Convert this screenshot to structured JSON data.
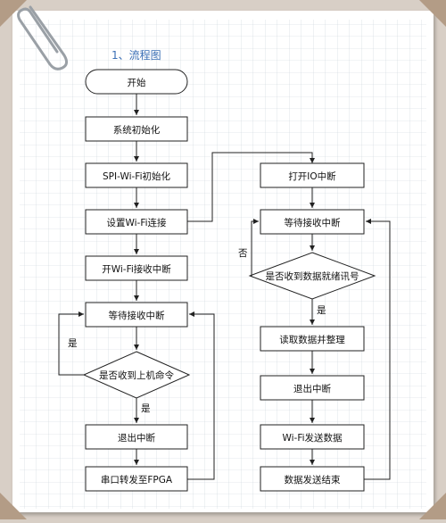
{
  "title": "1、流程图",
  "left_flow": {
    "start": "开始",
    "init": "系统初始化",
    "spi_init": "SPI-Wi-Fi初始化",
    "wifi_conn": "设置Wi-Fi连接",
    "wifi_irq": "开Wi-Fi接收中断",
    "wait_irq": "等待接收中断",
    "decision": "是否收到上机命令",
    "yes_loop": "是",
    "yes_down": "是",
    "exit_irq": "退出中断",
    "forward": "串口转发至FPGA"
  },
  "right_flow": {
    "open_io": "打开IO中断",
    "wait_irq": "等待接收中断",
    "decision": "是否收到数据就绪讯号",
    "no_label": "否",
    "yes_label": "是",
    "read": "读取数据并整理",
    "exit_irq": "退出中断",
    "send": "Wi-Fi发送数据",
    "done": "数据发送结束"
  }
}
